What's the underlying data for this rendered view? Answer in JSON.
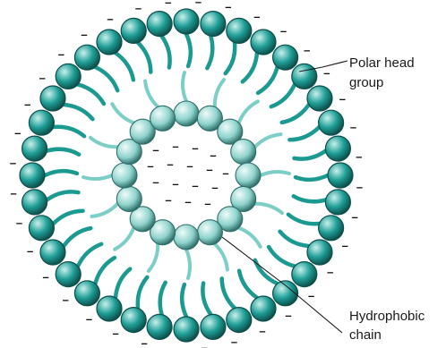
{
  "labels": {
    "polar_head": [
      "Polar head",
      "group"
    ],
    "hydrophobic": [
      "Hydrophobic",
      "chain"
    ]
  },
  "symbols": {
    "charge": "–"
  },
  "colors": {
    "outer_head": "#1e9e96",
    "outer_head_highlight": "#c9f0ec",
    "outer_head_edge": "#0d4f4b",
    "inner_head": "#8fd3cd",
    "inner_head_highlight": "#effbfa",
    "inner_head_edge": "#2f6f6a",
    "outer_tail": "#1b9a92",
    "inner_tail": "#7ccfc7"
  }
}
